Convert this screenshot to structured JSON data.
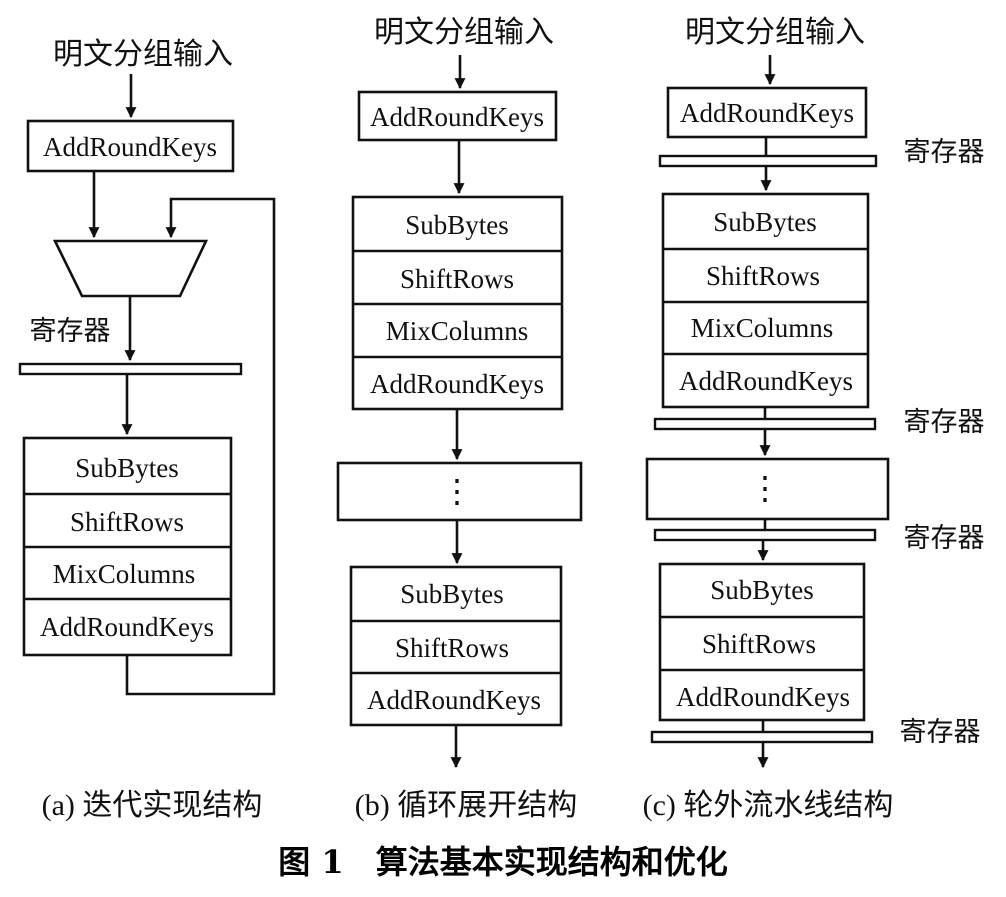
{
  "panel_a": {
    "input_label": "明文分组输入",
    "first_block": "AddRoundKeys",
    "register_label": "寄存器",
    "stages": [
      "SubBytes",
      "ShiftRows",
      "MixColumns",
      "AddRoundKeys"
    ],
    "caption": "(a) 迭代实现结构"
  },
  "panel_b": {
    "input_label": "明文分组输入",
    "first_block": "AddRoundKeys",
    "round_stages": [
      "SubBytes",
      "ShiftRows",
      "MixColumns",
      "AddRoundKeys"
    ],
    "ellipsis": "⋮",
    "final_stages": [
      "SubBytes",
      "ShiftRows",
      "AddRoundKeys"
    ],
    "caption": "(b) 循环展开结构"
  },
  "panel_c": {
    "input_label": "明文分组输入",
    "first_block": "AddRoundKeys",
    "register_label": "寄存器",
    "round_stages": [
      "SubBytes",
      "ShiftRows",
      "MixColumns",
      "AddRoundKeys"
    ],
    "ellipsis": "⋮",
    "final_stages": [
      "SubBytes",
      "ShiftRows",
      "AddRoundKeys"
    ],
    "caption": "(c) 轮外流水线结构"
  },
  "figure_caption": "图 1　算法基本实现结构和优化"
}
